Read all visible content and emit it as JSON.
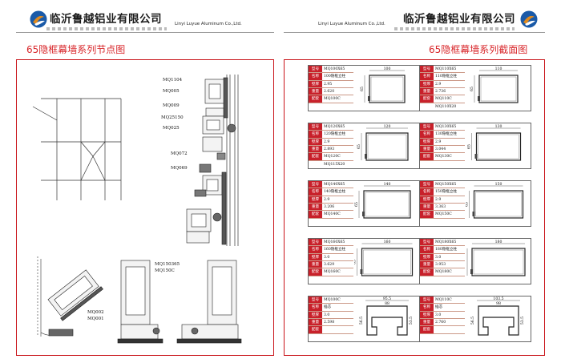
{
  "header": {
    "company_cn": "临沂鲁越铝业有限公司",
    "company_en": "Linyi Luyue Aluminum Co.,Ltd.",
    "logo_colors": [
      "#1a5aa8",
      "#e08a1e"
    ]
  },
  "left_page": {
    "title": "65隐框幕墙系列节点图",
    "labels": [
      "MQ1104",
      "MQ005",
      "MQ009",
      "MQ25150",
      "MQ025",
      "MQ072",
      "MQ069",
      "MQ150365",
      "MQ150C",
      "MQ002",
      "MQ001"
    ]
  },
  "right_page": {
    "title": "65隐框幕墙系列截面图",
    "row_keys": [
      "型号",
      "名称",
      "壁厚",
      "重量",
      "配套"
    ],
    "cards": [
      {
        "values": [
          "MQ100X65",
          "100隐框立柱",
          "2.95",
          "2.620",
          "MQ100C"
        ],
        "width_dim": "100",
        "height_dim": "65",
        "extra": ""
      },
      {
        "values": [
          "MQ110X65",
          "110隐框立柱",
          "2.9",
          "2.736",
          "MQ110C"
        ],
        "width_dim": "110",
        "height_dim": "65",
        "extra": "MQ110X20"
      },
      {
        "values": [
          "MQ120X65",
          "120隐框立柱",
          "2.9",
          "2.893",
          "MQ120C"
        ],
        "width_dim": "120",
        "height_dim": "65",
        "extra": "MQ115X20"
      },
      {
        "values": [
          "MQ130X65",
          "130隐框立柱",
          "2.9",
          "3.044",
          "MQ130C"
        ],
        "width_dim": "130",
        "height_dim": "65",
        "extra": ""
      },
      {
        "values": [
          "MQ140X65",
          "140隐框立柱",
          "2.9",
          "3.206",
          "MQ140C"
        ],
        "width_dim": "140",
        "height_dim": "65",
        "extra": ""
      },
      {
        "values": [
          "MQ150X65",
          "150隐框立柱",
          "2.9",
          "3.363",
          "MQ150C"
        ],
        "width_dim": "150",
        "height_dim": "65",
        "extra": ""
      },
      {
        "values": [
          "MQ160X65",
          "160隐框立柱",
          "3.0",
          "3.629",
          "MQ160C"
        ],
        "width_dim": "160",
        "height_dim": "65",
        "extra": ""
      },
      {
        "values": [
          "MQ180X65",
          "180隐框立柱",
          "3.0",
          "3.953",
          "MQ180C"
        ],
        "width_dim": "180",
        "height_dim": "65",
        "extra": ""
      },
      {
        "values": [
          "MQ100C",
          "插芯",
          "3.0",
          "2.598",
          ""
        ],
        "width_dim": "95.5",
        "height_dim": "56.5",
        "extra": "88",
        "extra2": "53.5"
      },
      {
        "values": [
          "MQ110C",
          "插芯",
          "3.0",
          "2.760",
          ""
        ],
        "width_dim": "103.5",
        "height_dim": "56.5",
        "extra": "98",
        "extra2": "53.5"
      }
    ]
  }
}
